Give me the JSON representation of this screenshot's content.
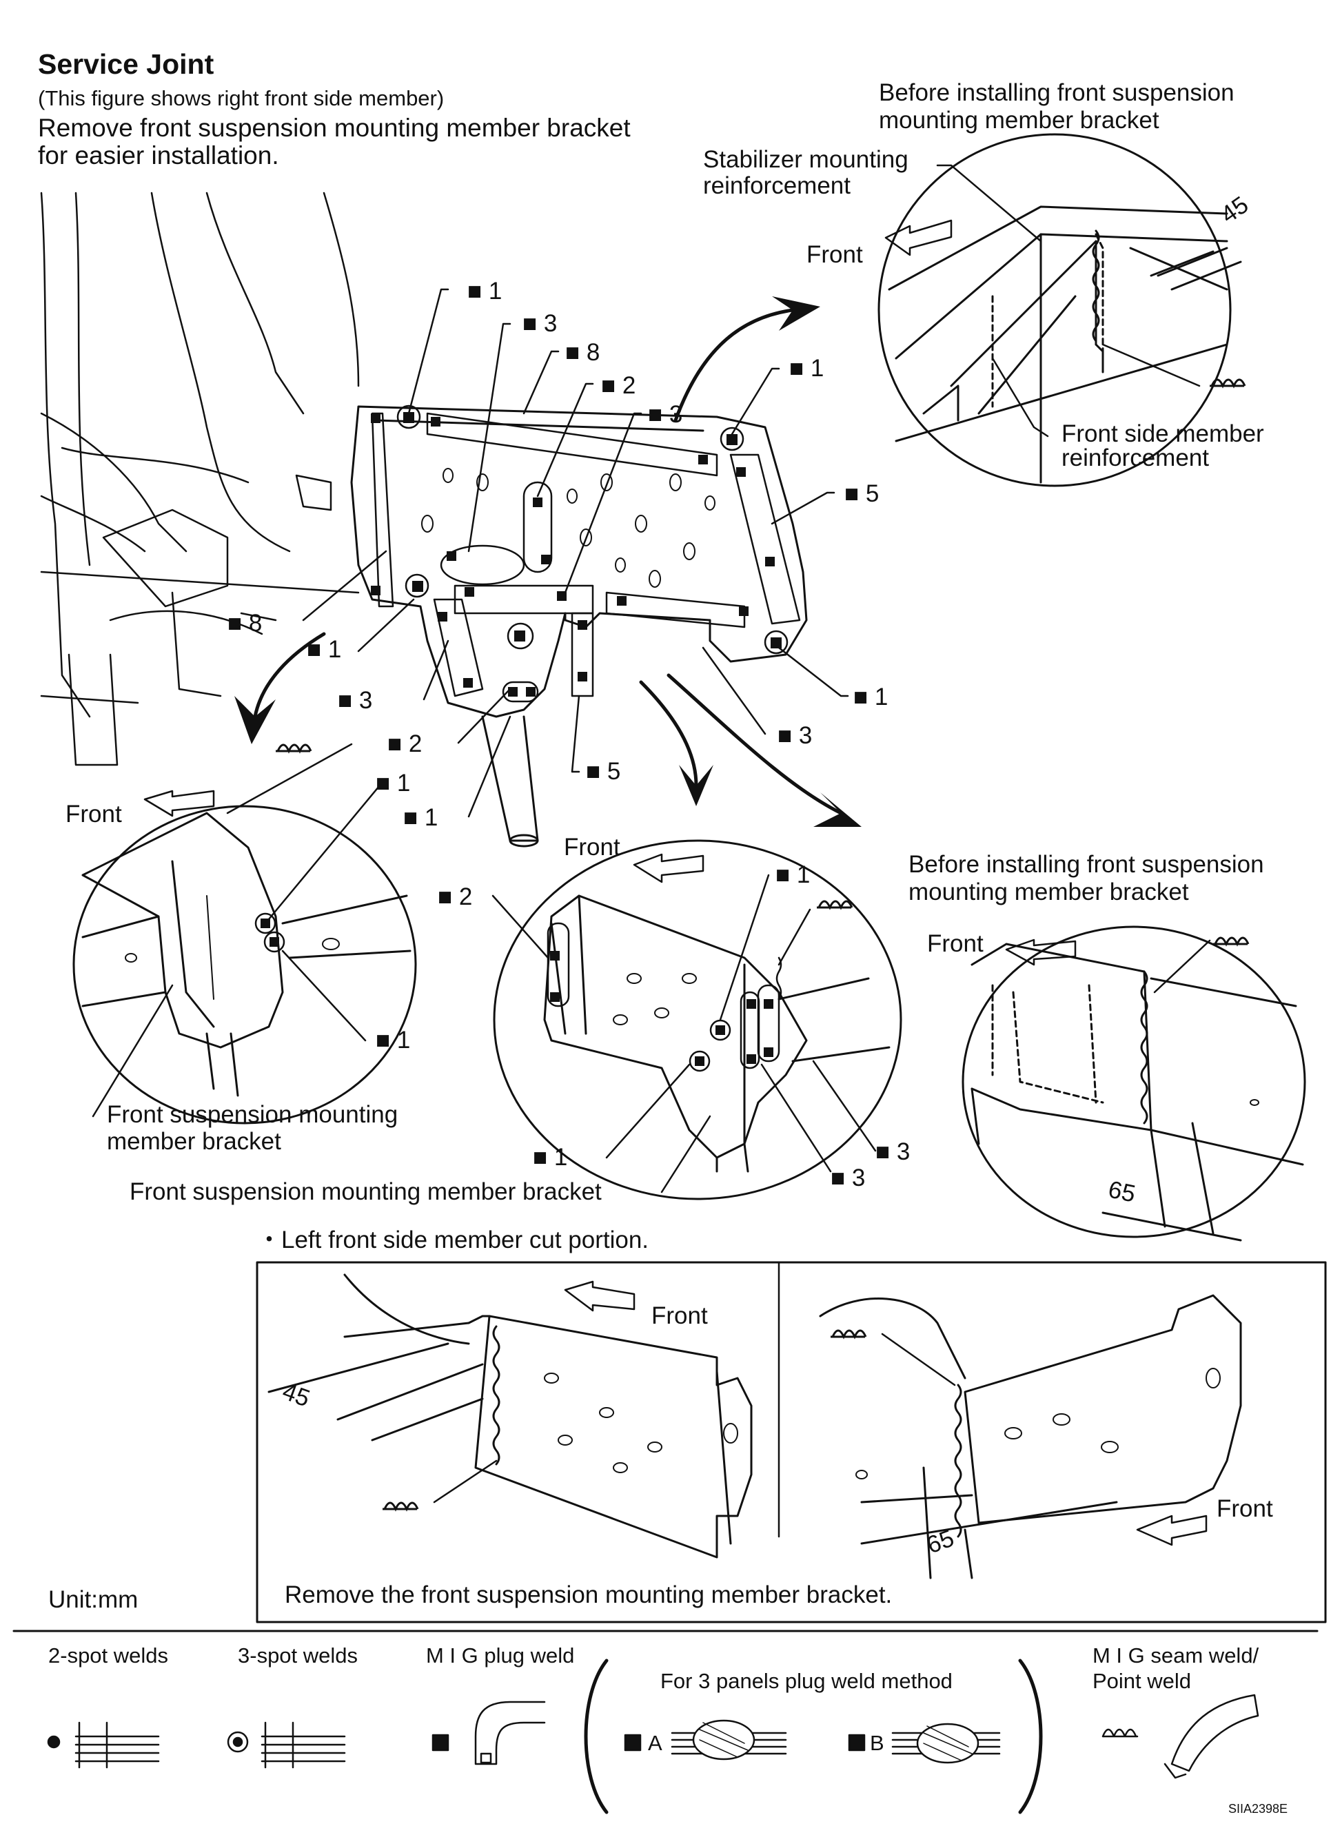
{
  "header": {
    "title": "Service Joint",
    "figure_note": "(This figure shows right front side member)",
    "instruction_line1": "Remove front suspension mounting member bracket",
    "instruction_line2": "for easier installation."
  },
  "views": {
    "top_right": {
      "caption_line1": "Before installing front suspension",
      "caption_line2": "mounting member bracket",
      "stab_line1": "Stabilizer mounting",
      "stab_line2": "reinforcement",
      "front": "Front",
      "dimension": "45",
      "reinf_line1": "Front side member",
      "reinf_line2": "reinforcement"
    },
    "left_detail": {
      "front": "Front",
      "bracket_line1": "Front suspension mounting",
      "bracket_line2": "member bracket"
    },
    "center_detail": {
      "front": "Front",
      "bracket_label": "Front suspension mounting member bracket"
    },
    "right_detail": {
      "caption_line1": "Before installing front suspension",
      "caption_line2": "mounting member bracket",
      "front": "Front",
      "dimension": "65"
    },
    "left_member": {
      "heading": "・Left front side member cut portion.",
      "front_left": "Front",
      "dim_left": "45",
      "front_right": "Front",
      "dim_right": "65",
      "remove_note": "Remove the front suspension mounting member bracket."
    }
  },
  "main_callouts": [
    "1",
    "3",
    "8",
    "2",
    "3",
    "1",
    "5",
    "8",
    "1",
    "3",
    "1",
    "2",
    "3",
    "5",
    "1"
  ],
  "unit": "Unit:mm",
  "legend": {
    "two_spot": "2-spot welds",
    "three_spot": "3-spot welds",
    "mig_plug": "M I G plug weld",
    "three_panel": "For 3 panels plug weld method",
    "panel_a": "A",
    "panel_b": "B",
    "mig_seam_line1": "M I G seam weld/",
    "mig_seam_line2": "Point weld"
  },
  "figure_id": "SIIA2398E"
}
